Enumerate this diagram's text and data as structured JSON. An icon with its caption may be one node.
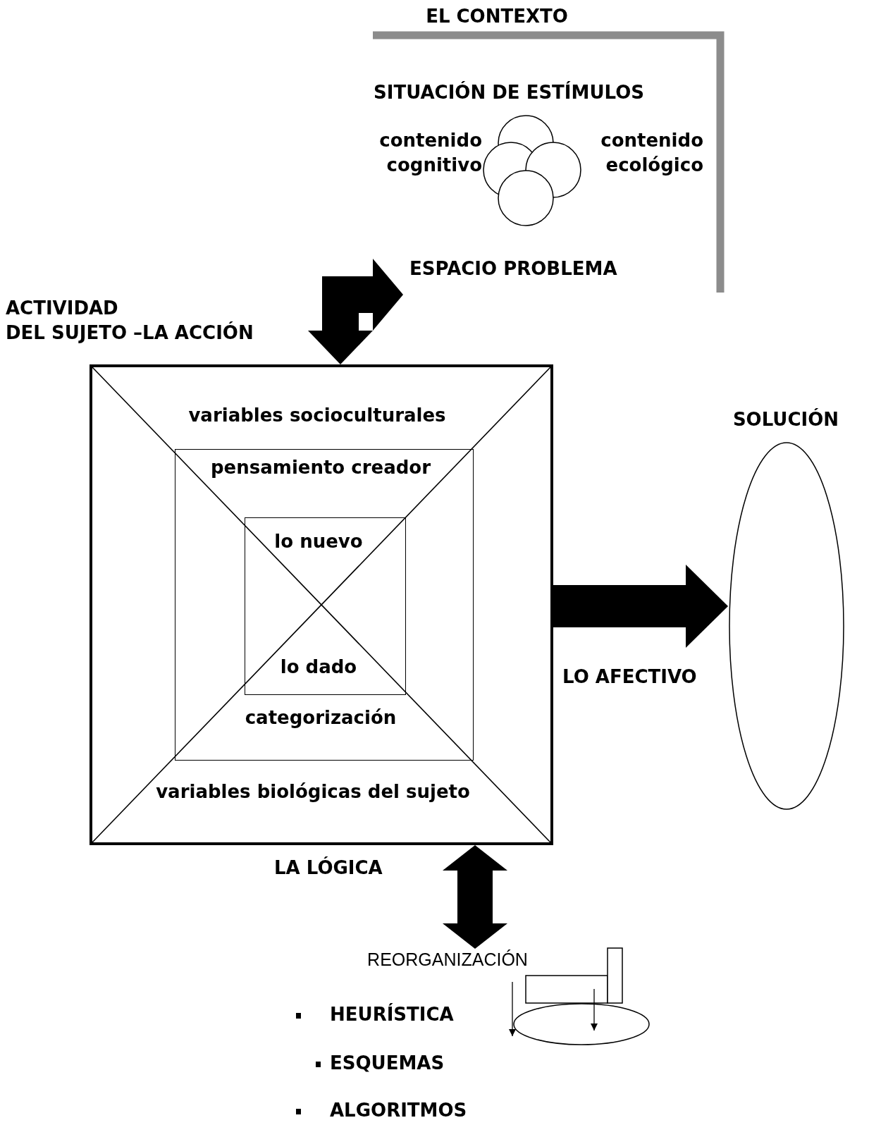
{
  "diagram": {
    "nodes": [
      {
        "text": [
          "EL CONTEXTO"
        ]
      },
      {
        "text": [
          "ESPACIO PROBLEMA"
        ],
        "in": 0
      },
      {
        "text": [
          "variables socioculturales",
          "variables biológicas del sujeto"
        ]
      },
      {
        "text": [
          "pensamiento creador",
          "categorización"
        ],
        "in": 2
      },
      {
        "text": [
          "lo nuevo",
          "lo dado"
        ],
        "in": 3
      },
      {
        "text": [
          "SOLUCIÓN"
        ]
      },
      {
        "text": [
          "REORGANIZACIÓN"
        ]
      }
    ],
    "edges": [
      {
        "from": 1,
        "to": 2,
        "arrow": "both"
      },
      {
        "from": 2,
        "to": 5,
        "arrow": "to"
      },
      {
        "from": 2,
        "to": 6,
        "arrow": "both"
      }
    ],
    "labels": [
      "SITUACIÓN DE ESTÍMULOS",
      "contenido cognitivo",
      "contenido ecológico",
      "ACTIVIDAD DEL SUJETO –LA ACCIÓN",
      "LO AFECTIVO",
      "LA LÓGICA",
      "HEURÍSTICA",
      "ESQUEMAS",
      "ALGORITMOS"
    ]
  }
}
